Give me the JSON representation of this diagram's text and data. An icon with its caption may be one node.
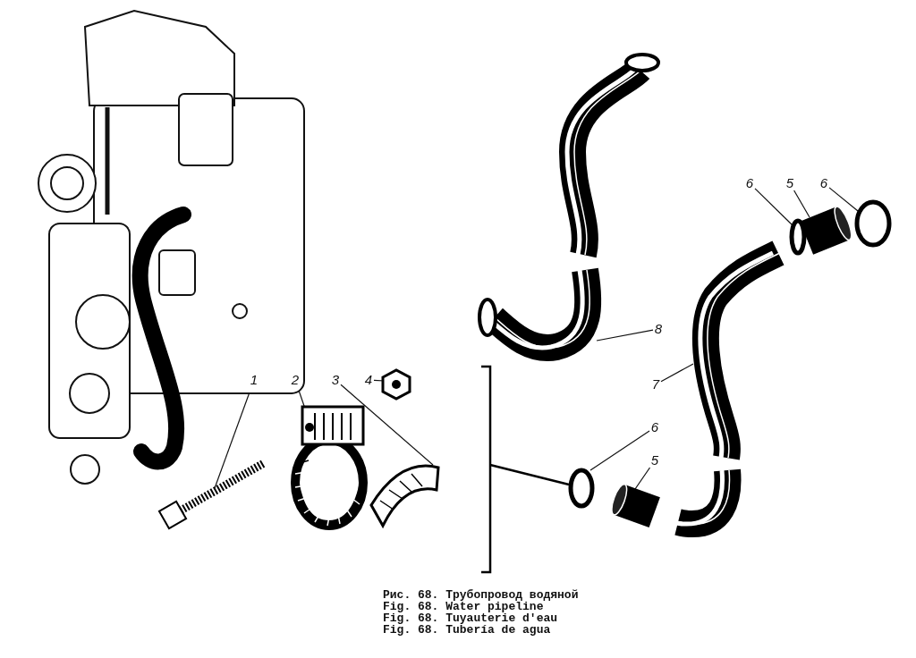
{
  "diagram": {
    "nodes": [
      {
        "text": [
          "6"
        ]
      },
      {
        "text": [
          "5"
        ]
      },
      {
        "text": [
          "6"
        ]
      },
      {
        "text": [
          "8"
        ]
      },
      {
        "text": [
          "1"
        ]
      },
      {
        "text": [
          "2"
        ]
      },
      {
        "text": [
          "3"
        ]
      },
      {
        "text": [
          "4"
        ]
      },
      {
        "text": [
          "7"
        ]
      },
      {
        "text": [
          "6"
        ]
      },
      {
        "text": [
          "5"
        ]
      },
      {
        "text": [],
        "shape": "circle"
      },
      {
        "text": [],
        "shape": "cylinder"
      },
      {
        "text": [],
        "shape": "circle"
      },
      {
        "text": [],
        "shape": "picture"
      },
      {
        "text": [],
        "shape": "picture"
      },
      {
        "text": [],
        "shape": "picture"
      },
      {
        "text": [],
        "shape": "picture"
      },
      {
        "text": [],
        "shape": "picture"
      },
      {
        "text": [],
        "shape": "picture"
      },
      {
        "text": [],
        "shape": "circle"
      },
      {
        "text": [],
        "shape": "cylinder"
      }
    ],
    "edges": [
      {
        "from": 0,
        "to": 11,
        "arrow": "none"
      },
      {
        "from": 1,
        "to": 12,
        "arrow": "none"
      },
      {
        "from": 2,
        "to": 13,
        "arrow": "none"
      },
      {
        "from": 3,
        "to": 14,
        "arrow": "none"
      },
      {
        "from": 4,
        "to": 15,
        "arrow": "none"
      },
      {
        "from": 5,
        "to": 16,
        "arrow": "none"
      },
      {
        "from": 6,
        "to": 17,
        "arrow": "none"
      },
      {
        "from": 7,
        "to": 18,
        "arrow": "none"
      },
      {
        "from": 8,
        "to": 19,
        "arrow": "none"
      },
      {
        "from": 9,
        "to": 20,
        "arrow": "none"
      },
      {
        "from": 10,
        "to": 21,
        "arrow": "none"
      }
    ],
    "labels": [
      "Рис. 68. Трубопровод водяной",
      "Fig. 68. Water pipeline",
      "Fig. 68. Tuyauterie d'eau",
      "Fig. 68. Tubería de agua"
    ]
  }
}
